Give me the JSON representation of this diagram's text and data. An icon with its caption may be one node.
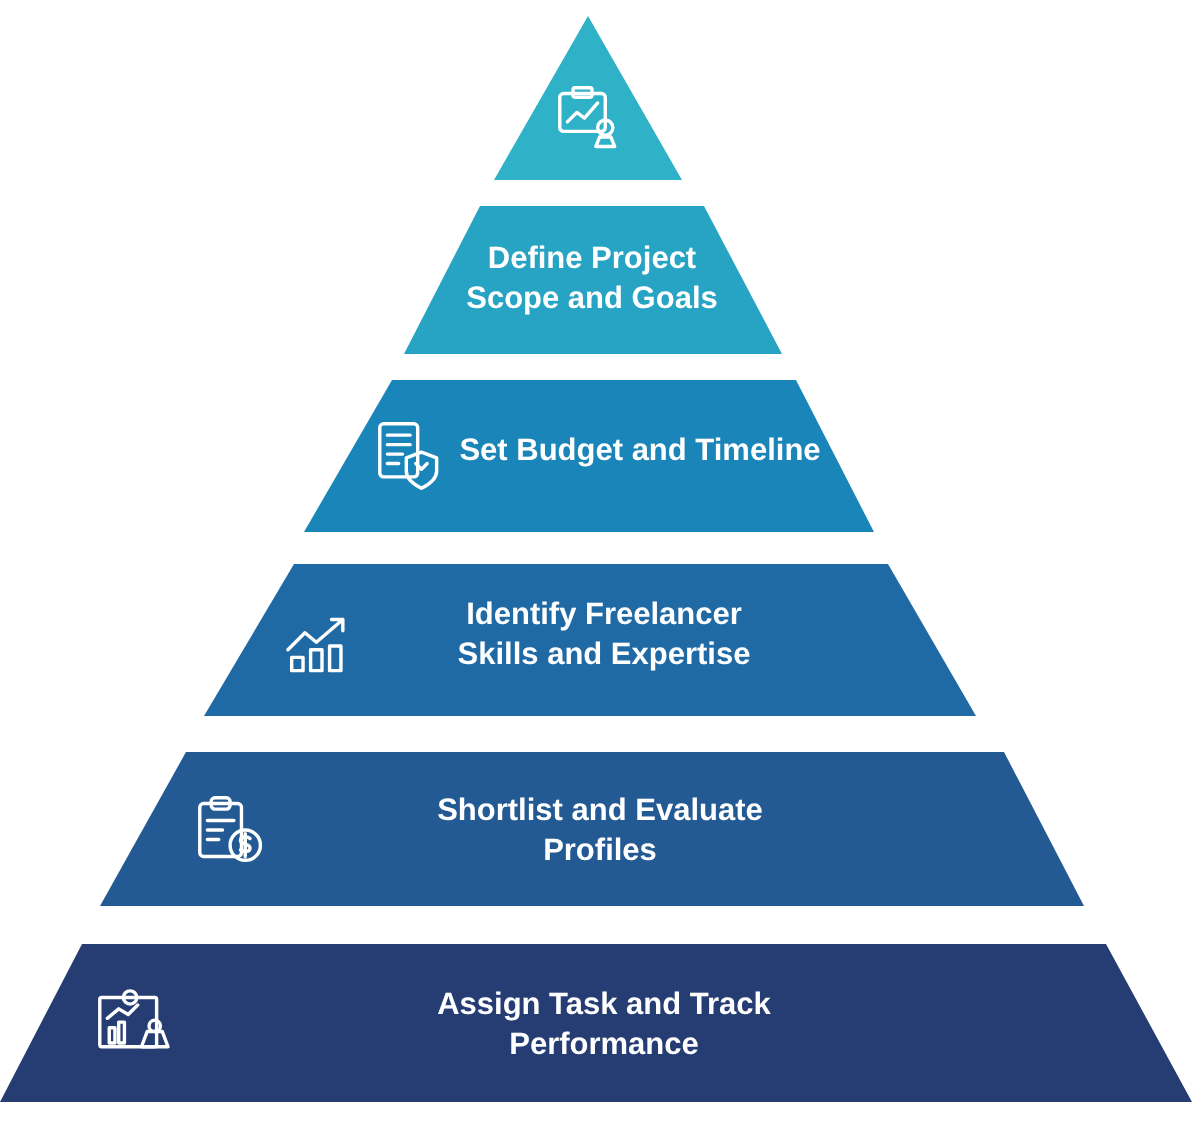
{
  "diagram": {
    "nodes": [
      {
        "text": [],
        "shape": "triangle"
      },
      {
        "text": [
          "Define Project Scope and Goals"
        ]
      },
      {
        "text": [
          "Set Budget and Timeline"
        ]
      },
      {
        "text": [
          "Identify Freelancer Skills and Expertise"
        ]
      },
      {
        "text": [
          "Shortlist and Evaluate Profiles"
        ]
      },
      {
        "text": [
          "Assign Task and Track Performance"
        ]
      }
    ]
  }
}
